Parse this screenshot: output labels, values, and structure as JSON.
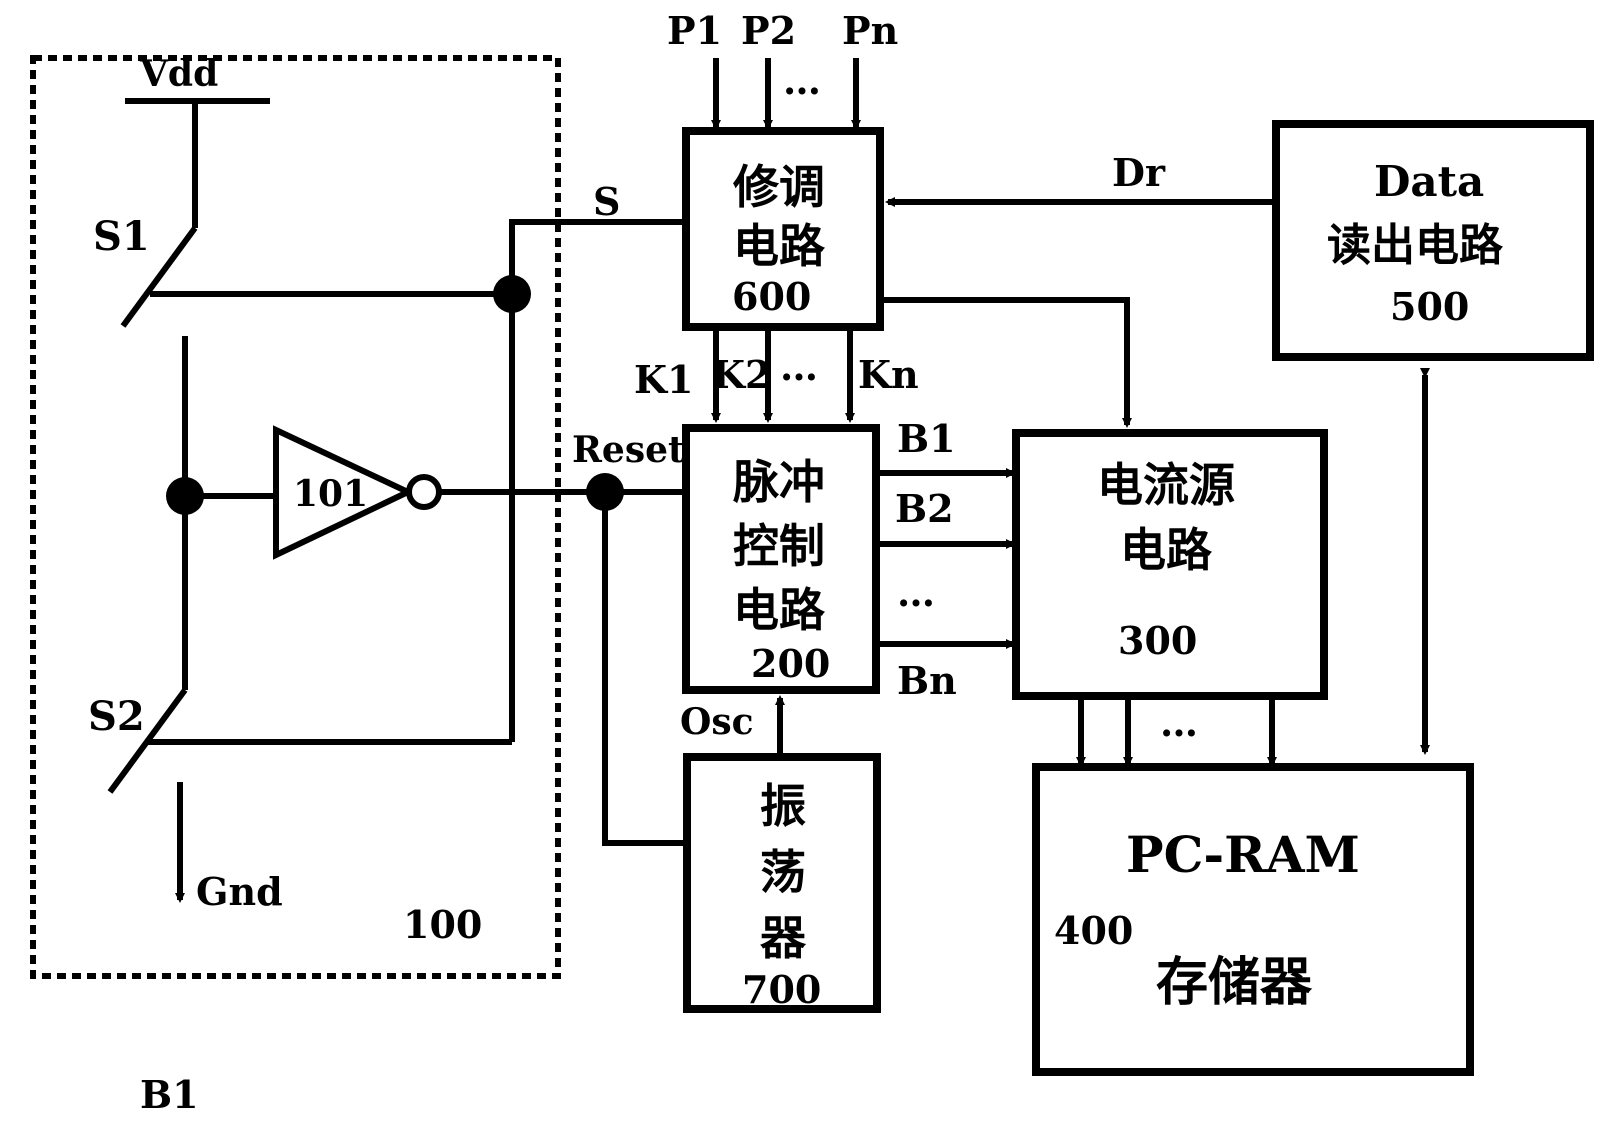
{
  "supply": {
    "vdd": "Vdd",
    "gnd": "Gnd"
  },
  "switches": {
    "s1": "S1",
    "s2": "S2"
  },
  "inverter": {
    "label": "101"
  },
  "module100": {
    "label": "100"
  },
  "signals": {
    "s": "S",
    "reset": "Reset",
    "dr": "Dr",
    "osc": "Osc",
    "p1": "P1",
    "p2": "P2",
    "pn": "Pn",
    "p_dots": "…",
    "k1": "K1",
    "k2": "K2",
    "kn": "Kn",
    "k_dots": "…",
    "b1": "B1",
    "b2": "B2",
    "bn": "Bn",
    "b_dots": "…",
    "out_dots": "…"
  },
  "blocks": {
    "trim": {
      "line1": "修调",
      "line2": "电路",
      "number": "600"
    },
    "pulse": {
      "line1": "脉冲",
      "line2": "控制",
      "line3": "电路",
      "number": "200"
    },
    "oscillator": {
      "line1": "振",
      "line2": "荡",
      "line3": "器",
      "number": "700"
    },
    "current_source": {
      "line1": "电流源",
      "line2": "电路",
      "number": "300"
    },
    "readout": {
      "line1": "Data",
      "line2": "读出电路",
      "number": "500"
    },
    "memory": {
      "line1": "PC-RAM",
      "line2": "存储器",
      "number": "400"
    }
  },
  "caption": "B1"
}
